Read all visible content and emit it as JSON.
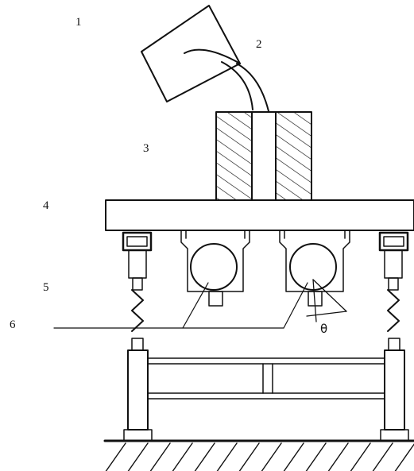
{
  "labels": {
    "l1": "1",
    "l2": "2",
    "l3": "3",
    "l4": "4",
    "l5": "5",
    "l6": "6",
    "angle": "θ"
  },
  "colors": {
    "stroke": "#111111",
    "background": "#ffffff"
  }
}
